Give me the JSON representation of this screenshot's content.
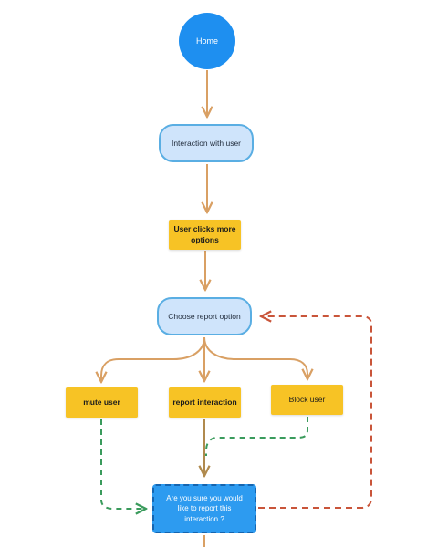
{
  "nodes": {
    "home": "Home",
    "interaction": "Interaction with user",
    "clicks_more": "User clicks more options",
    "choose_report": "Choose report option",
    "mute": "mute user",
    "report": "report interaction",
    "block": "Block user",
    "confirm": "Are you sure you would like to report this interaction ?"
  },
  "colors": {
    "flow_arrow": "#d9a064",
    "mute_loop": "#3a9b5c",
    "report_arrow": "#b08a4e",
    "return_loop": "#c9553a"
  }
}
